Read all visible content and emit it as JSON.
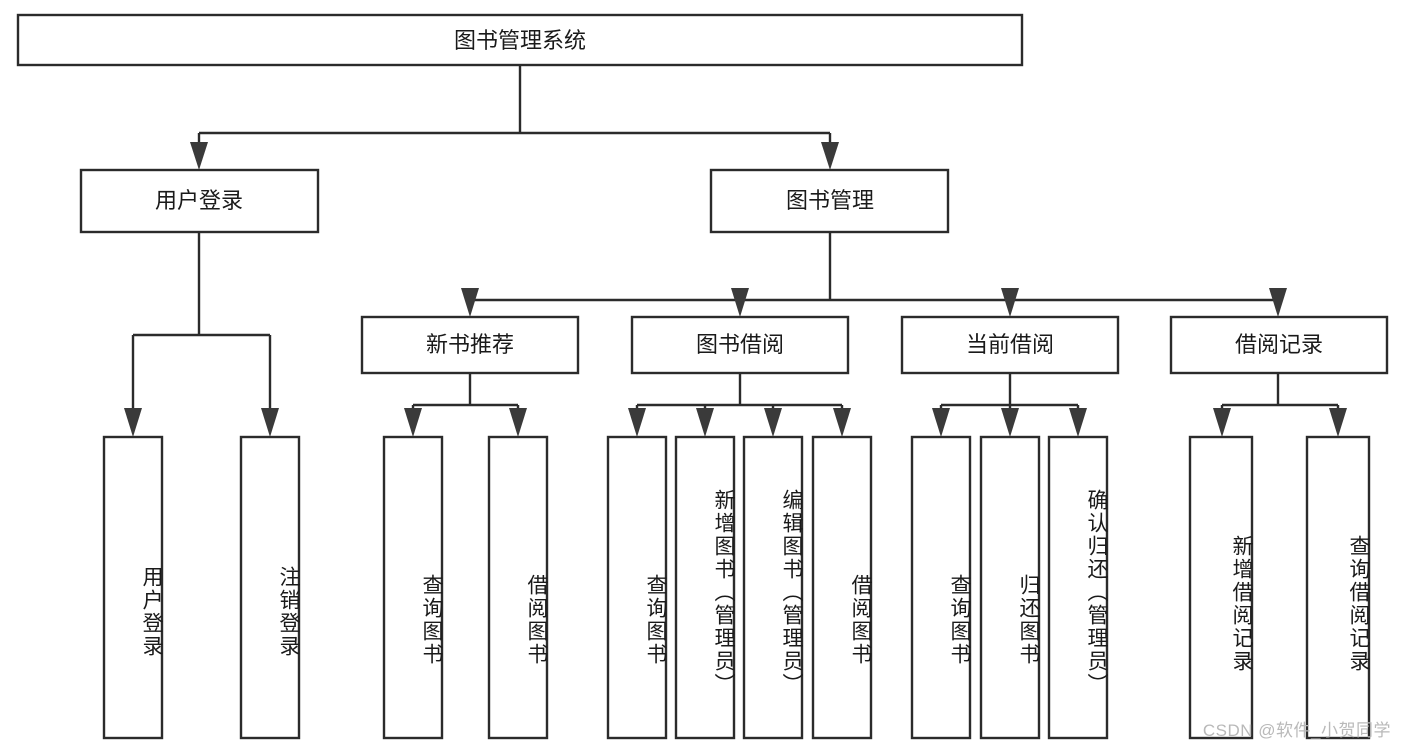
{
  "diagram": {
    "title_node": {
      "label": "图书管理系统"
    },
    "level2": [
      {
        "id": "user-login",
        "label": "用户登录"
      },
      {
        "id": "book-manage",
        "label": "图书管理"
      }
    ],
    "level3": [
      {
        "id": "new-book-rec",
        "label": "新书推荐"
      },
      {
        "id": "book-borrow",
        "label": "图书借阅"
      },
      {
        "id": "current-borrow",
        "label": "当前借阅"
      },
      {
        "id": "borrow-record",
        "label": "借阅记录"
      }
    ],
    "leaves": [
      {
        "id": "leaf-user-login",
        "label": "用户登录",
        "parent": "user-login"
      },
      {
        "id": "leaf-logout-login",
        "label": "注销登录",
        "parent": "user-login"
      },
      {
        "id": "leaf-query-book-1",
        "label": "查询图书",
        "parent": "new-book-rec"
      },
      {
        "id": "leaf-borrow-book-1",
        "label": "借阅图书",
        "parent": "new-book-rec"
      },
      {
        "id": "leaf-query-book-2",
        "label": "查询图书",
        "parent": "book-borrow"
      },
      {
        "id": "leaf-add-book",
        "label": "新增图书（管理员）",
        "parent": "book-borrow"
      },
      {
        "id": "leaf-edit-book",
        "label": "编辑图书（管理员）",
        "parent": "book-borrow"
      },
      {
        "id": "leaf-borrow-book-2",
        "label": "借阅图书",
        "parent": "book-borrow"
      },
      {
        "id": "leaf-query-book-3",
        "label": "查询图书",
        "parent": "current-borrow"
      },
      {
        "id": "leaf-return-book",
        "label": "归还图书",
        "parent": "current-borrow"
      },
      {
        "id": "leaf-confirm-return",
        "label": "确认归还（管理员）",
        "parent": "current-borrow"
      },
      {
        "id": "leaf-add-record",
        "label": "新增借阅记录",
        "parent": "borrow-record"
      },
      {
        "id": "leaf-query-record",
        "label": "查询借阅记录",
        "parent": "borrow-record"
      }
    ],
    "watermark": "CSDN @软件_小贺同学",
    "colors": {
      "box_stroke": "#2b2b2b",
      "box_fill": "#ffffff",
      "connector": "#2b2b2b",
      "text": "#1a1a1a",
      "watermark": "#b9b9b9",
      "background": "#ffffff"
    }
  }
}
